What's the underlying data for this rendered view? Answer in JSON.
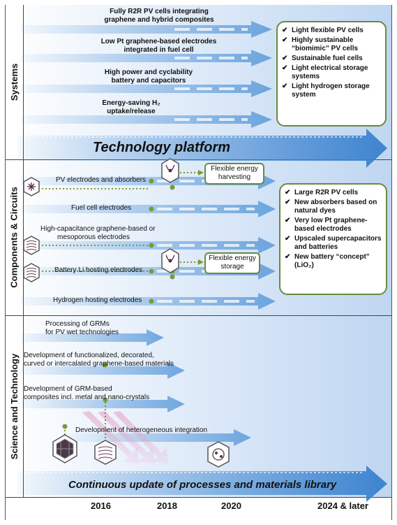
{
  "sections": {
    "systems": "Systems",
    "components": "Components & Circuits",
    "science": "Science and Technology"
  },
  "systems_items": [
    {
      "line1": "Fully R2R PV cells integrating",
      "line2": "graphene and hybrid composites"
    },
    {
      "line1": "Low Pt graphene-based electrodes",
      "line2": "integrated in fuel cell"
    },
    {
      "line1": "High power and cyclability",
      "line2": "battery and capacitors"
    },
    {
      "line1": "Energy-saving H₂",
      "line2": "uptake/release"
    }
  ],
  "systems_outcomes": [
    "Light flexible PV cells",
    "Highly sustainable “biomimic” PV cells",
    "Sustainable fuel cells",
    "Light electrical storage systems",
    "Light hydrogen storage system"
  ],
  "technology_platform": "Technology platform",
  "components_items": [
    "PV electrodes and absorbers",
    "Fuel cell electrodes",
    "High-capacitance graphene-based or",
    "mesoporous electrodes",
    "Battery Li hosting electrodes",
    "Hydrogen hosting electrodes"
  ],
  "flexible_harvesting": {
    "line1": "Flexible energy",
    "line2": "harvesting"
  },
  "flexible_storage": {
    "line1": "Flexible energy",
    "line2": "storage"
  },
  "components_outcomes": [
    "Large R2R PV cells",
    "New absorbers based on natural dyes",
    "Very low Pt graphene-based electrodes",
    "Upscaled supercapacitors and batteries",
    "New battery “concept” (LiO₂)"
  ],
  "science_items": [
    {
      "line1": "Processing of GRMs",
      "line2": "for PV wet technologies"
    },
    {
      "line1": "Development of functionalized, decorated,",
      "line2": "curved or intercalated graphene-based materials"
    },
    {
      "line1": "Development of GRM-based",
      "line2": "composites incl. metal and nano-crystals"
    },
    {
      "line1": "Development of heterogeneous integration",
      "line2": ""
    }
  ],
  "continuous_update": "Continuous update of processes and materials library",
  "years": [
    "2016",
    "2018",
    "2020",
    "2024 & later"
  ],
  "colors": {
    "arrow": "#4a90d6",
    "accent_green": "#6a8a3c",
    "dot": "#7a9a3a",
    "pink_arrow": "#e7a2c8"
  }
}
